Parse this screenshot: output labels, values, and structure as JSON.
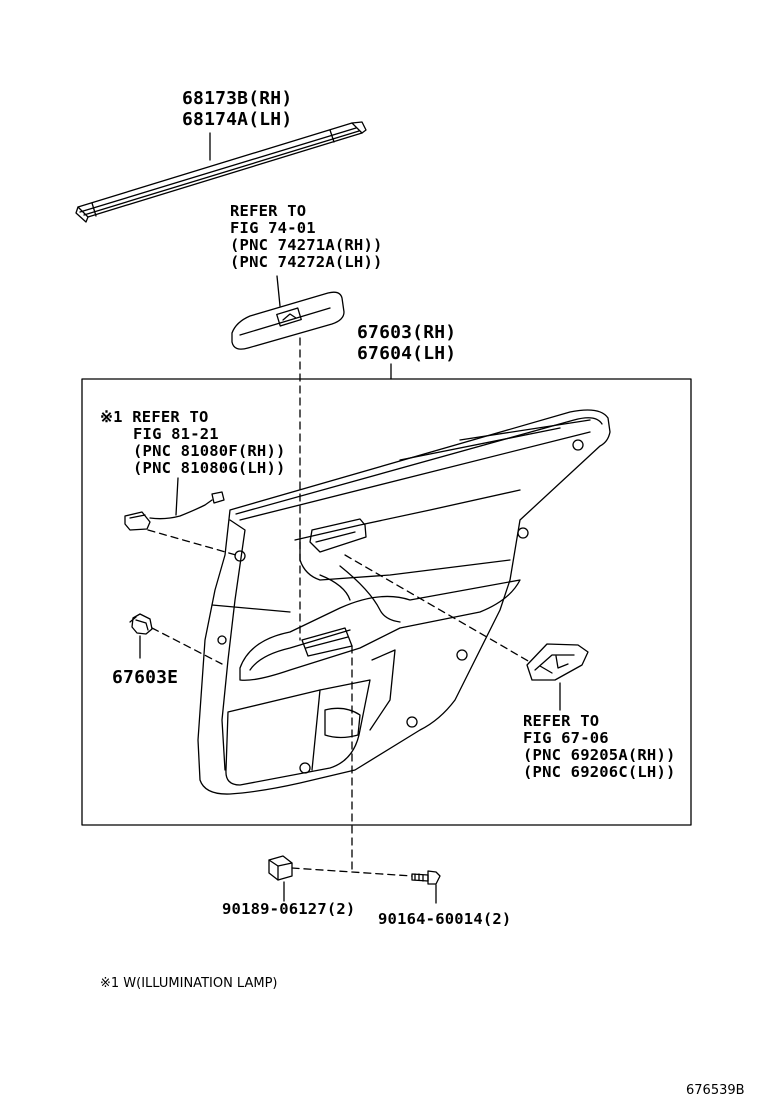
{
  "parts": {
    "weatherstrip_rh": "68173B(RH)",
    "weatherstrip_lh": "68174A(LH)",
    "switch_ref": [
      "REFER TO",
      "FIG 74-01",
      "(PNC 74271A(RH))",
      "(PNC 74272A(LH))"
    ],
    "panel_rh": "67603(RH)",
    "panel_lh": "67604(LH)",
    "lamp_ref": [
      "※1 REFER TO",
      "FIG 81-21",
      "(PNC 81080F(RH))",
      "(PNC 81080G(LH))"
    ],
    "clip": "67603E",
    "handle_ref": [
      "REFER TO",
      "FIG 67-06",
      "(PNC 69205A(RH))",
      "(PNC 69206C(LH))"
    ],
    "nut": "90189-06127(2)",
    "screw": "90164-60014(2)"
  },
  "footnote": "※1 W(ILLUMINATION LAMP)",
  "diagram_id": "676539B"
}
